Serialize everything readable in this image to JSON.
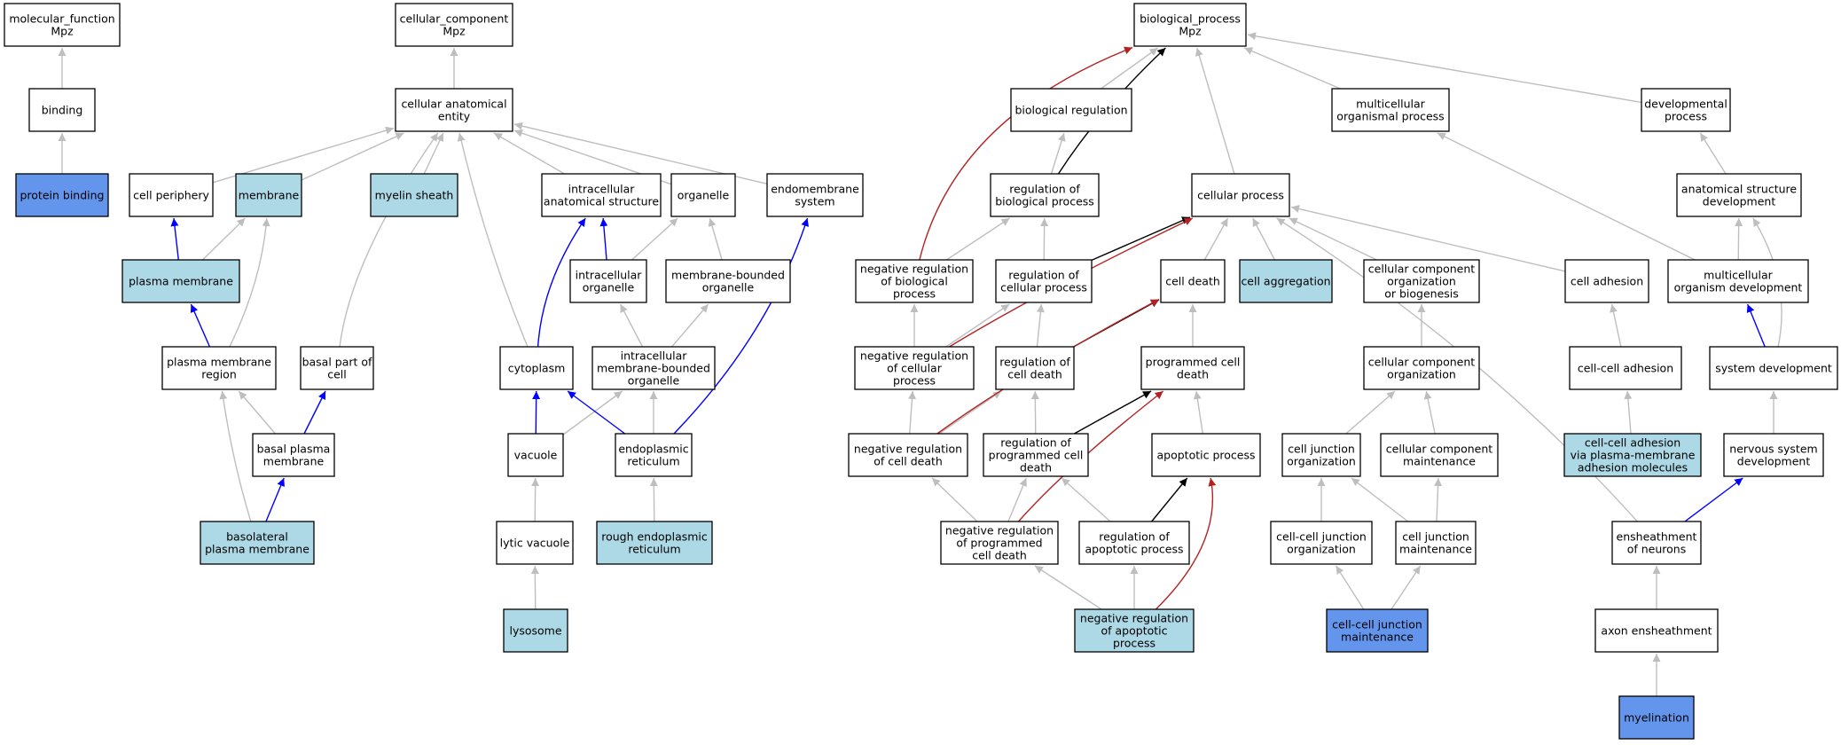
{
  "colors": {
    "plain": "#ffffff",
    "light": "#add8e6",
    "dark": "#6495ed",
    "is_a": "#bebebe",
    "part_of": "#0000ff",
    "regulates": "#000000",
    "negatively_regulates": "#b22222"
  },
  "nodes": [
    {
      "id": "mf",
      "lines": [
        "molecular_function",
        "Mpz"
      ],
      "fill": "plain"
    },
    {
      "id": "binding",
      "lines": [
        "binding"
      ],
      "fill": "plain"
    },
    {
      "id": "protein_binding",
      "lines": [
        "protein binding"
      ],
      "fill": "dark"
    },
    {
      "id": "cc",
      "lines": [
        "cellular_component",
        "Mpz"
      ],
      "fill": "plain"
    },
    {
      "id": "cae",
      "lines": [
        "cellular anatomical",
        "entity"
      ],
      "fill": "plain"
    },
    {
      "id": "cell_periphery",
      "lines": [
        "cell periphery"
      ],
      "fill": "plain"
    },
    {
      "id": "membrane",
      "lines": [
        "membrane"
      ],
      "fill": "light"
    },
    {
      "id": "myelin_sheath",
      "lines": [
        "myelin sheath"
      ],
      "fill": "light"
    },
    {
      "id": "ias",
      "lines": [
        "intracellular",
        "anatomical structure"
      ],
      "fill": "plain"
    },
    {
      "id": "organelle",
      "lines": [
        "organelle"
      ],
      "fill": "plain"
    },
    {
      "id": "endomembrane",
      "lines": [
        "endomembrane",
        "system"
      ],
      "fill": "plain"
    },
    {
      "id": "plasma_membrane",
      "lines": [
        "plasma membrane"
      ],
      "fill": "light"
    },
    {
      "id": "ic_organelle",
      "lines": [
        "intracellular",
        "organelle"
      ],
      "fill": "plain"
    },
    {
      "id": "mb_organelle",
      "lines": [
        "membrane-bounded",
        "organelle"
      ],
      "fill": "plain"
    },
    {
      "id": "pm_region",
      "lines": [
        "plasma membrane",
        "region"
      ],
      "fill": "plain"
    },
    {
      "id": "basal_part",
      "lines": [
        "basal part of",
        "cell"
      ],
      "fill": "plain"
    },
    {
      "id": "cytoplasm",
      "lines": [
        "cytoplasm"
      ],
      "fill": "plain"
    },
    {
      "id": "imbo",
      "lines": [
        "intracellular",
        "membrane-bounded",
        "organelle"
      ],
      "fill": "plain"
    },
    {
      "id": "basal_pm",
      "lines": [
        "basal plasma",
        "membrane"
      ],
      "fill": "plain"
    },
    {
      "id": "vacuole",
      "lines": [
        "vacuole"
      ],
      "fill": "plain"
    },
    {
      "id": "er",
      "lines": [
        "endoplasmic",
        "reticulum"
      ],
      "fill": "plain"
    },
    {
      "id": "basolateral_pm",
      "lines": [
        "basolateral",
        "plasma membrane"
      ],
      "fill": "light"
    },
    {
      "id": "lytic_vacuole",
      "lines": [
        "lytic vacuole"
      ],
      "fill": "plain"
    },
    {
      "id": "rough_er",
      "lines": [
        "rough endoplasmic",
        "reticulum"
      ],
      "fill": "light"
    },
    {
      "id": "lysosome",
      "lines": [
        "lysosome"
      ],
      "fill": "light"
    },
    {
      "id": "bp",
      "lines": [
        "biological_process",
        "Mpz"
      ],
      "fill": "plain"
    },
    {
      "id": "bio_reg",
      "lines": [
        "biological regulation"
      ],
      "fill": "plain"
    },
    {
      "id": "mcop",
      "lines": [
        "multicellular",
        "organismal process"
      ],
      "fill": "plain"
    },
    {
      "id": "dev_process",
      "lines": [
        "developmental",
        "process"
      ],
      "fill": "plain"
    },
    {
      "id": "reg_bp",
      "lines": [
        "regulation of",
        "biological process"
      ],
      "fill": "plain"
    },
    {
      "id": "cellular_process",
      "lines": [
        "cellular process"
      ],
      "fill": "plain"
    },
    {
      "id": "asd",
      "lines": [
        "anatomical structure",
        "development"
      ],
      "fill": "plain"
    },
    {
      "id": "neg_reg_bp",
      "lines": [
        "negative regulation",
        "of biological",
        "process"
      ],
      "fill": "plain"
    },
    {
      "id": "reg_cp",
      "lines": [
        "regulation of",
        "cellular process"
      ],
      "fill": "plain"
    },
    {
      "id": "cell_death",
      "lines": [
        "cell death"
      ],
      "fill": "plain"
    },
    {
      "id": "cell_aggregation",
      "lines": [
        "cell aggregation"
      ],
      "fill": "light"
    },
    {
      "id": "ccob",
      "lines": [
        "cellular component",
        "organization",
        "or biogenesis"
      ],
      "fill": "plain"
    },
    {
      "id": "cell_adhesion",
      "lines": [
        "cell adhesion"
      ],
      "fill": "plain"
    },
    {
      "id": "mod",
      "lines": [
        "multicellular",
        "organism development"
      ],
      "fill": "plain"
    },
    {
      "id": "neg_reg_cp",
      "lines": [
        "negative regulation",
        "of cellular",
        "process"
      ],
      "fill": "plain"
    },
    {
      "id": "reg_cd",
      "lines": [
        "regulation of",
        "cell death"
      ],
      "fill": "plain"
    },
    {
      "id": "pcd",
      "lines": [
        "programmed cell",
        "death"
      ],
      "fill": "plain"
    },
    {
      "id": "cco",
      "lines": [
        "cellular component",
        "organization"
      ],
      "fill": "plain"
    },
    {
      "id": "cca",
      "lines": [
        "cell-cell adhesion"
      ],
      "fill": "plain"
    },
    {
      "id": "sys_dev",
      "lines": [
        "system development"
      ],
      "fill": "plain"
    },
    {
      "id": "neg_reg_cd",
      "lines": [
        "negative regulation",
        "of cell death"
      ],
      "fill": "plain"
    },
    {
      "id": "reg_pcd",
      "lines": [
        "regulation of",
        "programmed cell",
        "death"
      ],
      "fill": "plain"
    },
    {
      "id": "apoptotic",
      "lines": [
        "apoptotic process"
      ],
      "fill": "plain"
    },
    {
      "id": "cj_org",
      "lines": [
        "cell junction",
        "organization"
      ],
      "fill": "plain"
    },
    {
      "id": "ccm",
      "lines": [
        "cellular component",
        "maintenance"
      ],
      "fill": "plain"
    },
    {
      "id": "cca_pm",
      "lines": [
        "cell-cell adhesion",
        "via plasma-membrane",
        "adhesion molecules"
      ],
      "fill": "light"
    },
    {
      "id": "nsd",
      "lines": [
        "nervous system",
        "development"
      ],
      "fill": "plain"
    },
    {
      "id": "neg_reg_pcd",
      "lines": [
        "negative regulation",
        "of programmed",
        "cell death"
      ],
      "fill": "plain"
    },
    {
      "id": "reg_ap",
      "lines": [
        "regulation of",
        "apoptotic process"
      ],
      "fill": "plain"
    },
    {
      "id": "ccj_org",
      "lines": [
        "cell-cell junction",
        "organization"
      ],
      "fill": "plain"
    },
    {
      "id": "cj_maint",
      "lines": [
        "cell junction",
        "maintenance"
      ],
      "fill": "plain"
    },
    {
      "id": "ens_neurons",
      "lines": [
        "ensheathment",
        "of neurons"
      ],
      "fill": "plain"
    },
    {
      "id": "neg_reg_ap",
      "lines": [
        "negative regulation",
        "of apoptotic",
        "process"
      ],
      "fill": "light"
    },
    {
      "id": "ccj_maint",
      "lines": [
        "cell-cell junction",
        "maintenance"
      ],
      "fill": "dark"
    },
    {
      "id": "axon_ens",
      "lines": [
        "axon ensheathment"
      ],
      "fill": "plain"
    },
    {
      "id": "myelination",
      "lines": [
        "myelination"
      ],
      "fill": "dark"
    }
  ],
  "edges": [
    {
      "from": "binding",
      "to": "mf",
      "type": "is_a"
    },
    {
      "from": "protein_binding",
      "to": "binding",
      "type": "is_a"
    },
    {
      "from": "cae",
      "to": "cc",
      "type": "is_a"
    },
    {
      "from": "cell_periphery",
      "to": "cae",
      "type": "is_a"
    },
    {
      "from": "membrane",
      "to": "cae",
      "type": "is_a"
    },
    {
      "from": "myelin_sheath",
      "to": "cae",
      "type": "is_a"
    },
    {
      "from": "ias",
      "to": "cae",
      "type": "is_a"
    },
    {
      "from": "organelle",
      "to": "cae",
      "type": "is_a"
    },
    {
      "from": "endomembrane",
      "to": "cae",
      "type": "is_a"
    },
    {
      "from": "basal_part",
      "to": "cae",
      "type": "is_a"
    },
    {
      "from": "cytoplasm",
      "to": "cae",
      "type": "is_a"
    },
    {
      "from": "plasma_membrane",
      "to": "cell_periphery",
      "type": "part_of"
    },
    {
      "from": "plasma_membrane",
      "to": "membrane",
      "type": "is_a"
    },
    {
      "from": "pm_region",
      "to": "membrane",
      "type": "is_a"
    },
    {
      "from": "pm_region",
      "to": "plasma_membrane",
      "type": "part_of"
    },
    {
      "from": "ic_organelle",
      "to": "ias",
      "type": "part_of"
    },
    {
      "from": "ic_organelle",
      "to": "organelle",
      "type": "is_a"
    },
    {
      "from": "mb_organelle",
      "to": "organelle",
      "type": "is_a"
    },
    {
      "from": "cytoplasm",
      "to": "ias",
      "type": "part_of"
    },
    {
      "from": "imbo",
      "to": "ic_organelle",
      "type": "is_a"
    },
    {
      "from": "imbo",
      "to": "mb_organelle",
      "type": "is_a"
    },
    {
      "from": "basal_pm",
      "to": "pm_region",
      "type": "is_a"
    },
    {
      "from": "basal_pm",
      "to": "basal_part",
      "type": "part_of"
    },
    {
      "from": "basolateral_pm",
      "to": "pm_region",
      "type": "is_a"
    },
    {
      "from": "basolateral_pm",
      "to": "basal_pm",
      "type": "part_of"
    },
    {
      "from": "vacuole",
      "to": "cytoplasm",
      "type": "part_of"
    },
    {
      "from": "vacuole",
      "to": "imbo",
      "type": "is_a"
    },
    {
      "from": "er",
      "to": "cytoplasm",
      "type": "part_of"
    },
    {
      "from": "er",
      "to": "imbo",
      "type": "is_a"
    },
    {
      "from": "er",
      "to": "endomembrane",
      "type": "part_of"
    },
    {
      "from": "lytic_vacuole",
      "to": "vacuole",
      "type": "is_a"
    },
    {
      "from": "rough_er",
      "to": "er",
      "type": "is_a"
    },
    {
      "from": "lysosome",
      "to": "lytic_vacuole",
      "type": "is_a"
    },
    {
      "from": "bio_reg",
      "to": "bp",
      "type": "is_a"
    },
    {
      "from": "mcop",
      "to": "bp",
      "type": "is_a"
    },
    {
      "from": "dev_process",
      "to": "bp",
      "type": "is_a"
    },
    {
      "from": "cellular_process",
      "to": "bp",
      "type": "is_a"
    },
    {
      "from": "reg_bp",
      "to": "bio_reg",
      "type": "is_a"
    },
    {
      "from": "reg_bp",
      "to": "bp",
      "type": "regulates"
    },
    {
      "from": "neg_reg_bp",
      "to": "bp",
      "type": "negatively_regulates"
    },
    {
      "from": "neg_reg_bp",
      "to": "reg_bp",
      "type": "is_a"
    },
    {
      "from": "reg_cp",
      "to": "reg_bp",
      "type": "is_a"
    },
    {
      "from": "reg_cp",
      "to": "cellular_process",
      "type": "regulates"
    },
    {
      "from": "asd",
      "to": "dev_process",
      "type": "is_a"
    },
    {
      "from": "cell_death",
      "to": "cellular_process",
      "type": "is_a"
    },
    {
      "from": "cell_aggregation",
      "to": "cellular_process",
      "type": "is_a"
    },
    {
      "from": "ccob",
      "to": "cellular_process",
      "type": "is_a"
    },
    {
      "from": "cell_adhesion",
      "to": "cellular_process",
      "type": "is_a"
    },
    {
      "from": "mod",
      "to": "mcop",
      "type": "is_a"
    },
    {
      "from": "mod",
      "to": "asd",
      "type": "is_a"
    },
    {
      "from": "neg_reg_cp",
      "to": "neg_reg_bp",
      "type": "is_a"
    },
    {
      "from": "neg_reg_cp",
      "to": "reg_cp",
      "type": "is_a"
    },
    {
      "from": "neg_reg_cp",
      "to": "cellular_process",
      "type": "negatively_regulates"
    },
    {
      "from": "reg_cd",
      "to": "reg_cp",
      "type": "is_a"
    },
    {
      "from": "reg_cd",
      "to": "cell_death",
      "type": "regulates"
    },
    {
      "from": "pcd",
      "to": "cell_death",
      "type": "is_a"
    },
    {
      "from": "cco",
      "to": "ccob",
      "type": "is_a"
    },
    {
      "from": "cca",
      "to": "cell_adhesion",
      "type": "is_a"
    },
    {
      "from": "sys_dev",
      "to": "mod",
      "type": "part_of"
    },
    {
      "from": "sys_dev",
      "to": "asd",
      "type": "is_a"
    },
    {
      "from": "neg_reg_cd",
      "to": "neg_reg_cp",
      "type": "is_a"
    },
    {
      "from": "neg_reg_cd",
      "to": "reg_cd",
      "type": "is_a"
    },
    {
      "from": "neg_reg_cd",
      "to": "cell_death",
      "type": "negatively_regulates"
    },
    {
      "from": "reg_pcd",
      "to": "reg_cd",
      "type": "is_a"
    },
    {
      "from": "reg_pcd",
      "to": "pcd",
      "type": "regulates"
    },
    {
      "from": "apoptotic",
      "to": "pcd",
      "type": "is_a"
    },
    {
      "from": "cj_org",
      "to": "cco",
      "type": "is_a"
    },
    {
      "from": "ccm",
      "to": "cco",
      "type": "is_a"
    },
    {
      "from": "cca_pm",
      "to": "cca",
      "type": "is_a"
    },
    {
      "from": "nsd",
      "to": "sys_dev",
      "type": "is_a"
    },
    {
      "from": "neg_reg_pcd",
      "to": "neg_reg_cd",
      "type": "is_a"
    },
    {
      "from": "neg_reg_pcd",
      "to": "reg_pcd",
      "type": "is_a"
    },
    {
      "from": "neg_reg_pcd",
      "to": "pcd",
      "type": "negatively_regulates"
    },
    {
      "from": "reg_ap",
      "to": "reg_pcd",
      "type": "is_a"
    },
    {
      "from": "reg_ap",
      "to": "apoptotic",
      "type": "regulates"
    },
    {
      "from": "ccj_org",
      "to": "cj_org",
      "type": "is_a"
    },
    {
      "from": "cj_maint",
      "to": "cj_org",
      "type": "is_a"
    },
    {
      "from": "cj_maint",
      "to": "ccm",
      "type": "is_a"
    },
    {
      "from": "ens_neurons",
      "to": "nsd",
      "type": "part_of"
    },
    {
      "from": "ens_neurons",
      "to": "cellular_process",
      "type": "is_a"
    },
    {
      "from": "neg_reg_ap",
      "to": "neg_reg_pcd",
      "type": "is_a"
    },
    {
      "from": "neg_reg_ap",
      "to": "reg_ap",
      "type": "is_a"
    },
    {
      "from": "neg_reg_ap",
      "to": "apoptotic",
      "type": "negatively_regulates"
    },
    {
      "from": "ccj_maint",
      "to": "ccj_org",
      "type": "is_a"
    },
    {
      "from": "ccj_maint",
      "to": "cj_maint",
      "type": "is_a"
    },
    {
      "from": "axon_ens",
      "to": "ens_neurons",
      "type": "is_a"
    },
    {
      "from": "myelination",
      "to": "axon_ens",
      "type": "is_a"
    }
  ]
}
